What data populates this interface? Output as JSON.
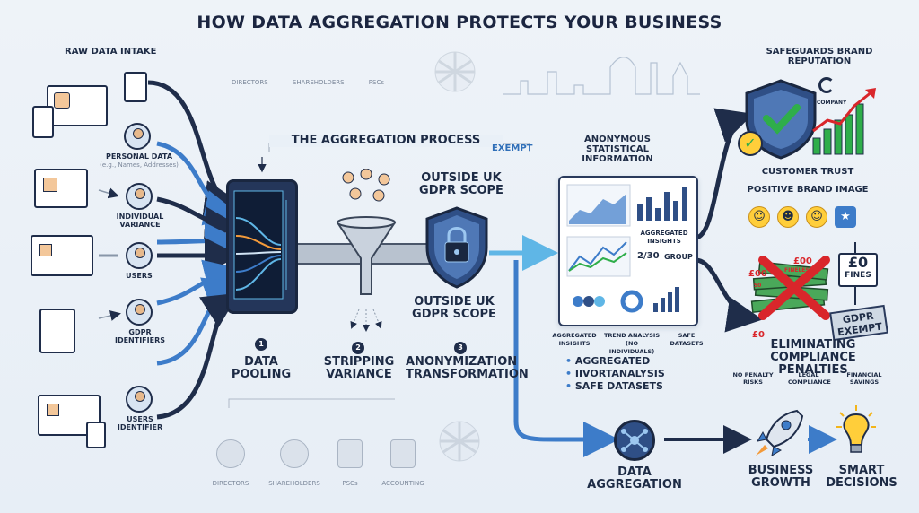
{
  "title": "HOW DATA AGGREGATION PROTECTS YOUR BUSINESS",
  "left": {
    "heading": "RAW DATA INTAKE",
    "labels": {
      "personal": "PERSONAL DATA",
      "personal_sub": "(e.g., Names, Addresses)",
      "variance": "INDIVIDUAL VARIANCE",
      "users": "USERS",
      "gdpr": "GDPR IDENTIFIERS",
      "users_id": "USERS IDENTIFIER"
    }
  },
  "top_roles": [
    "DIRECTORS",
    "SHAREHOLDERS",
    "PSCs"
  ],
  "bottom_roles": [
    "DIRECTORS",
    "SHAREHOLDERS",
    "PSCs",
    "ACCOUNTING"
  ],
  "process": {
    "heading": "THE AGGREGATION PROCESS",
    "outside_top": "OUTSIDE UK GDPR SCOPE",
    "outside_bottom": "OUTSIDE UK GDPR SCOPE",
    "exempt": "EXEMPT",
    "steps": [
      {
        "num": "1",
        "label": "DATA POOLING"
      },
      {
        "num": "2",
        "label": "STRIPPING VARIANCE"
      },
      {
        "num": "3",
        "label": "ANONYMIZATION TRANSFORMATION"
      }
    ]
  },
  "stats": {
    "heading": "ANONYMOUS STATISTICAL INFORMATION",
    "insights_label": "AGGREGATED INSIGHTS",
    "ratio": "2/30",
    "group": "GROUP",
    "footer": [
      "AGGREGATED INSIGHTS",
      "TREND ANALYSIS (NO INDIVIDUALS)",
      "SAFE DATASETS"
    ],
    "bullets": [
      "AGGREGATED",
      "IIVORTANALYSIS",
      "SAFE DATASETS"
    ]
  },
  "right": {
    "reputation": "SAFEGUARDS BRAND REPUTATION",
    "company": "COMPANY",
    "trust": "CUSTOMER TRUST",
    "brand": "POSITIVE BRAND IMAGE",
    "fines_sign": "£0",
    "fines_word": "FINES",
    "money_a": "£00",
    "money_b": "£00",
    "money_c": "£0",
    "finles": "FINELES",
    "fifty": "50",
    "gdpr_stamp": "GDPR EXEMPT",
    "penalty_heading": "ELIMINATING COMPLIANCE PENALTIES",
    "penalty_items": [
      "NO PENALTY RISKS",
      "LEGAL COMPLIANCE",
      "FINANCIAL SAVINGS"
    ]
  },
  "bottom": {
    "aggregation": "DATA AGGREGATION",
    "growth": "BUSINESS GROWTH",
    "decisions": "SMART DECISIONS"
  },
  "colors": {
    "navy": "#1f2d4a",
    "blue": "#3d7cc9",
    "light_blue": "#5fb6e6",
    "green": "#2fae4a",
    "red": "#d9262b",
    "yellow": "#ffce3a"
  }
}
